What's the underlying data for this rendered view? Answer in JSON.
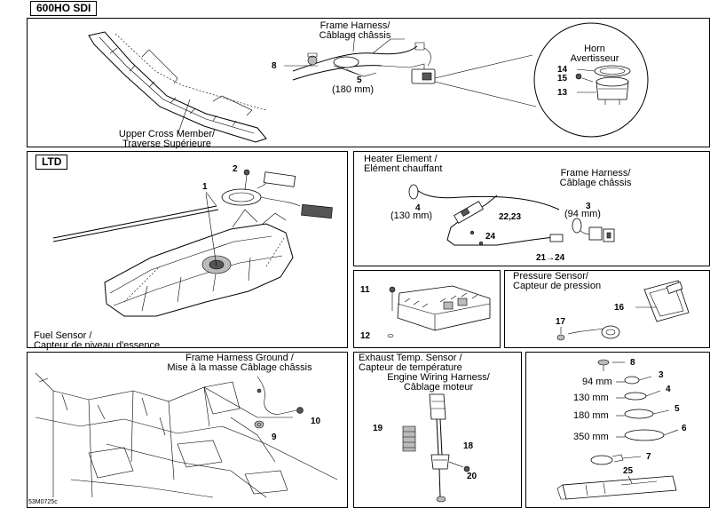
{
  "header": {
    "model_tag": "600HO SDI"
  },
  "ltd_tag": "LTD",
  "code": "53M0725c",
  "top_panel": {
    "frame_harness": "Frame Harness/",
    "frame_harness_fr": "Câblage châssis",
    "upper_cross": "Upper Cross Member/",
    "upper_cross_fr": "Traverse Supérieure",
    "horn": "Horn",
    "horn_fr": "Avertisseur",
    "n8": "8",
    "n5": "5",
    "n5_len": "(180 mm)",
    "n14": "14",
    "n15": "15",
    "n13": "13"
  },
  "fuel_panel": {
    "label": "Fuel Sensor /",
    "label_fr": "Capteur de niveau d'essence",
    "n1": "1",
    "n2": "2"
  },
  "heater_panel": {
    "label": "Heater Element /",
    "label_fr": "Elément chauffant",
    "frame_harness": "Frame Harness/",
    "frame_harness_fr": "Câblage châssis",
    "n4": "4",
    "n4_len": "(130 mm)",
    "n3": "3",
    "n3_len": "(94 mm)",
    "n2223": "22,23",
    "n24": "24",
    "n2124": "21",
    "n2124_b": "24"
  },
  "fuse_panel": {
    "n11": "11",
    "n12": "12"
  },
  "pressure_panel": {
    "label": "Pressure Sensor/",
    "label_fr": "Capteur de pression",
    "n16": "16",
    "n17": "17"
  },
  "ground_panel": {
    "label": "Frame Harness Ground /",
    "label_fr": "Mise à la masse Câblage châssis",
    "n9": "9",
    "n10": "10"
  },
  "exhaust_panel": {
    "label": "Exhaust Temp. Sensor /",
    "label_fr": "Capteur de température",
    "engine": "Engine Wiring Harness/",
    "engine_fr": "Câblage moteur",
    "n19": "19",
    "n18": "18",
    "n20": "20"
  },
  "ties_panel": {
    "items": [
      {
        "len": "",
        "num": "8"
      },
      {
        "len": "94 mm",
        "num": "3"
      },
      {
        "len": "130 mm",
        "num": "4"
      },
      {
        "len": "180 mm",
        "num": "5"
      },
      {
        "len": "350 mm",
        "num": "6"
      },
      {
        "len": "",
        "num": "7"
      }
    ],
    "n25": "25"
  }
}
